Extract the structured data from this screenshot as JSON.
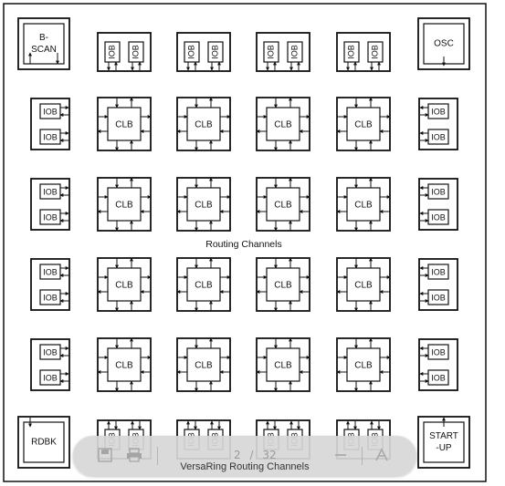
{
  "diagram": {
    "clb_label": "CLB",
    "iob_label": "IOB",
    "routing_label": "Routing Channels",
    "versaring_label": "VersaRing Routing Channels",
    "corners": {
      "bscan": [
        "B-",
        "SCAN"
      ],
      "osc": [
        "OSC"
      ],
      "rdbk": [
        "RDBK"
      ],
      "startup": [
        "START",
        "-UP"
      ]
    }
  },
  "toolbar": {
    "page_current": "2",
    "page_separator": "/",
    "page_total": "32",
    "icons": [
      "save-icon",
      "print-icon",
      "zoom-in-icon",
      "zoom-out-icon",
      "fullscreen-icon"
    ]
  }
}
